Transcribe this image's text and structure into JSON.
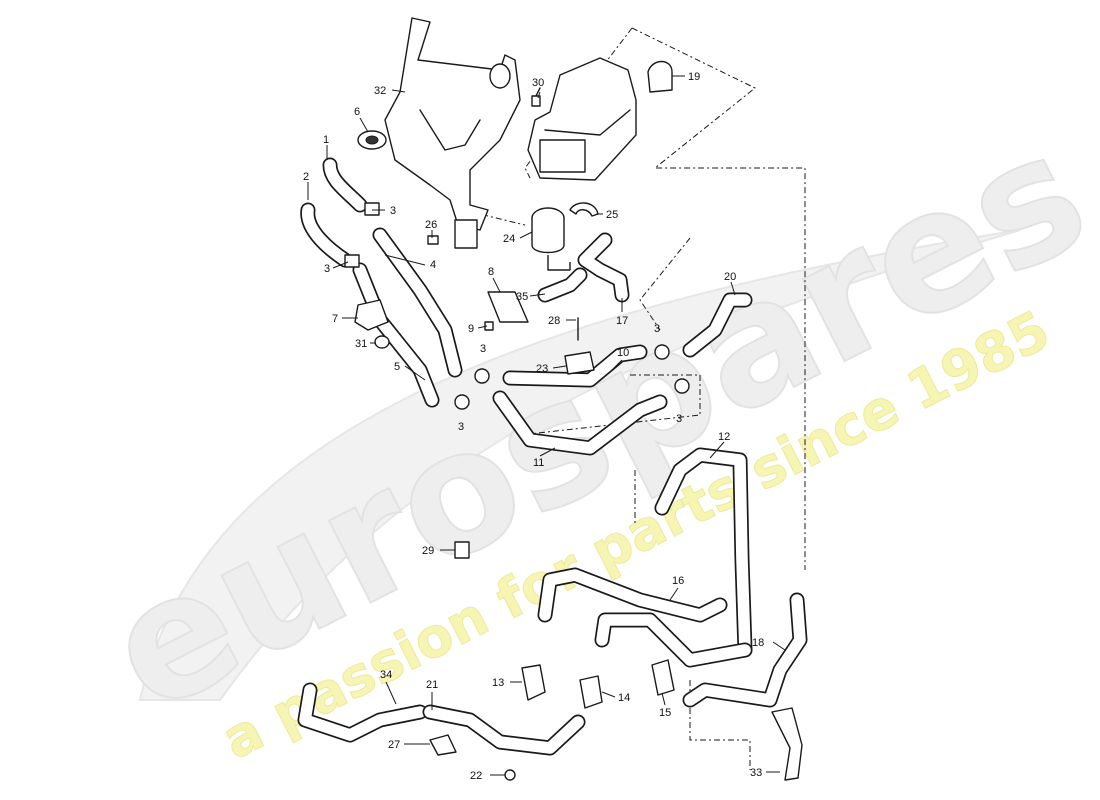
{
  "watermark": {
    "brand": "eurospares",
    "tagline": "a passion for parts since 1985",
    "brand_color": "#e6e6e6",
    "tagline_color": "#f3f1a6"
  },
  "callouts": [
    "1",
    "2",
    "3",
    "3",
    "3",
    "3",
    "3",
    "3",
    "4",
    "5",
    "6",
    "7",
    "8",
    "9",
    "10",
    "11",
    "12",
    "13",
    "14",
    "15",
    "16",
    "17",
    "18",
    "19",
    "20",
    "21",
    "22",
    "23",
    "24",
    "25",
    "26",
    "27",
    "28",
    "29",
    "30",
    "31",
    "32",
    "33",
    "34",
    "35"
  ]
}
